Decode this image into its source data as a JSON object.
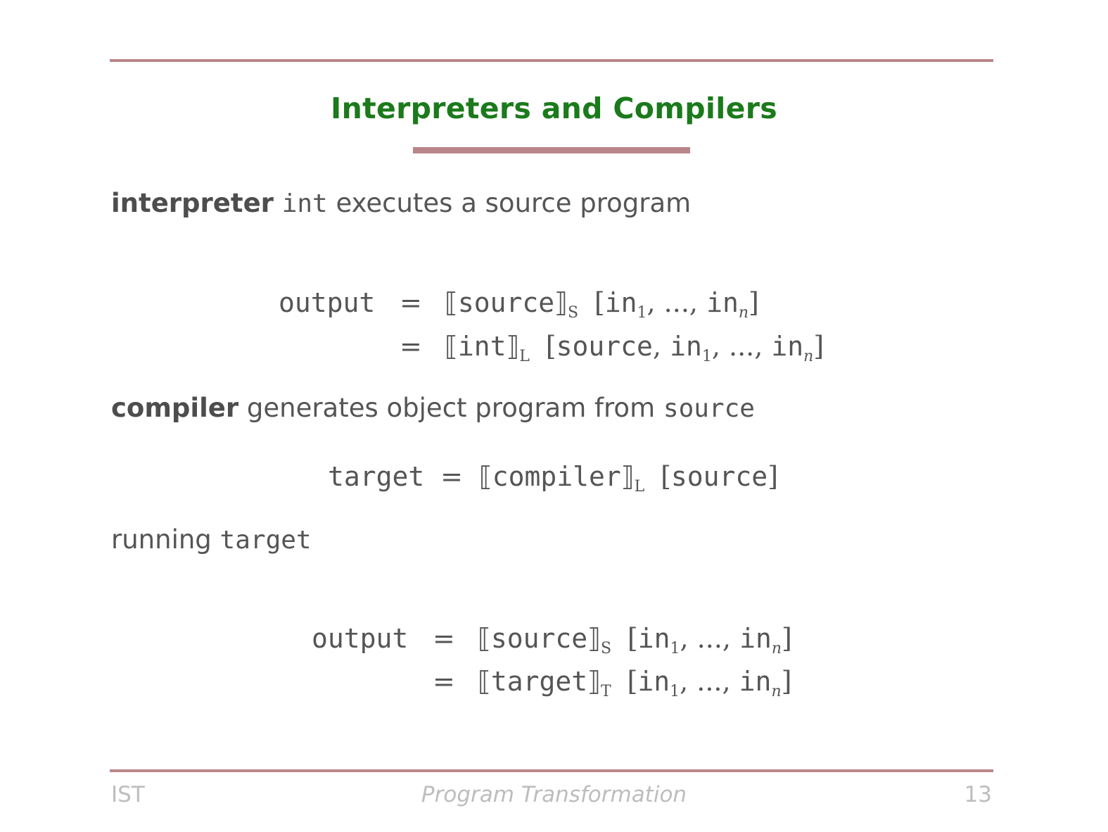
{
  "slide": {
    "title": "Interpreters and Compilers",
    "interpreter_line": {
      "keyword": "interpreter",
      "code": "int",
      "rest": "executes a source program"
    },
    "interp_eq": {
      "lhs": "output",
      "eq": "=",
      "row1": {
        "prog": "source",
        "lang": "S",
        "in": "in",
        "sub1": "1",
        "sep": ", ..., ",
        "subn": "n"
      },
      "row2": {
        "prog": "int",
        "lang": "L",
        "first": "source",
        "in": "in",
        "sub1": "1",
        "sep": ", ..., ",
        "subn": "n"
      }
    },
    "compiler_line": {
      "keyword": "compiler",
      "rest": "generates object program from",
      "code": "source"
    },
    "compile_eq": {
      "lhs": "target",
      "eq": "=",
      "prog": "compiler",
      "lang": "L",
      "arg": "source"
    },
    "running_line": {
      "text": "running",
      "code": "target"
    },
    "run_eq": {
      "lhs": "output",
      "eq": "=",
      "row1": {
        "prog": "source",
        "lang": "S",
        "in": "in",
        "sub1": "1",
        "sep": ", ..., ",
        "subn": "n"
      },
      "row2": {
        "prog": "target",
        "lang": "T",
        "in": "in",
        "sub1": "1",
        "sep": ", ..., ",
        "subn": "n"
      }
    }
  },
  "footer": {
    "left": "IST",
    "center": "Program Transformation",
    "right": "13"
  },
  "colors": {
    "title": "#1b7a1b",
    "rule": "#b9858a",
    "text": "#555555",
    "footer": "#bdbdbd"
  }
}
